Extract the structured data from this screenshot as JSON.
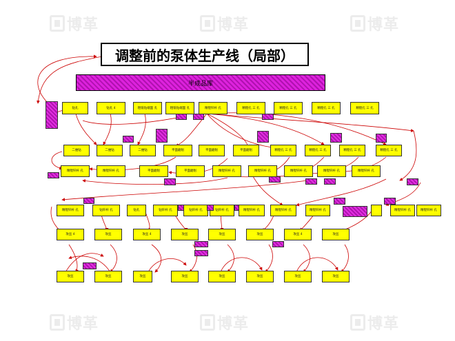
{
  "title": "调整前的泵体生产线（局部）",
  "watermark": "博革",
  "header_bar_label": "半成品库",
  "colors": {
    "machine": "#ffff00",
    "wip": "#cc22cc",
    "flow": "#cc0000"
  },
  "rows": [
    [
      "钻孔",
      "钻孔 4",
      "粗铣钻端面 孔",
      "粗铣钻端面 孔",
      "精镗钎杆 孔",
      "精镗孔 三 孔",
      "精镗孔 三 孔",
      "精镗孔 三 孔",
      "精镗孔 三 孔"
    ],
    [
      "二维钻",
      "二维钻",
      "二维钻",
      "平面磨削",
      "平面磨削",
      "平面磨削",
      "精镗孔 三 孔",
      "精镗孔 三 孔",
      "精镗孔 三 孔",
      "精镗孔 三 孔"
    ],
    [
      "精镗钎杆 孔",
      "精镗钎杆 孔",
      "平面磨削",
      "平面磨削",
      "精镗钎杆 孔",
      "精镗钎杆 孔",
      "精镗钎杆 孔",
      "精镗钎杆 孔",
      "精镗钎杆 孔"
    ],
    [
      "精镗钎杆 孔",
      "钻钎杆 孔",
      "钻孔",
      "钻钎杆 孔",
      "钻钎杆 孔",
      "钻钎杆 孔",
      "精镗钎杆 孔",
      "精镗钎杆 孔",
      "精镗钎杆 孔",
      "",
      "精镗钎杆 孔",
      "精镗钎杆 孔"
    ],
    [
      "攻丝 4",
      "攻丝",
      "攻丝 4",
      "攻丝",
      "攻丝",
      "攻丝",
      "攻丝 4",
      "攻丝"
    ],
    [
      "攻丝",
      "攻丝",
      "攻丝",
      "攻丝",
      "攻丝",
      "攻丝",
      "攻丝",
      "攻丝"
    ]
  ]
}
